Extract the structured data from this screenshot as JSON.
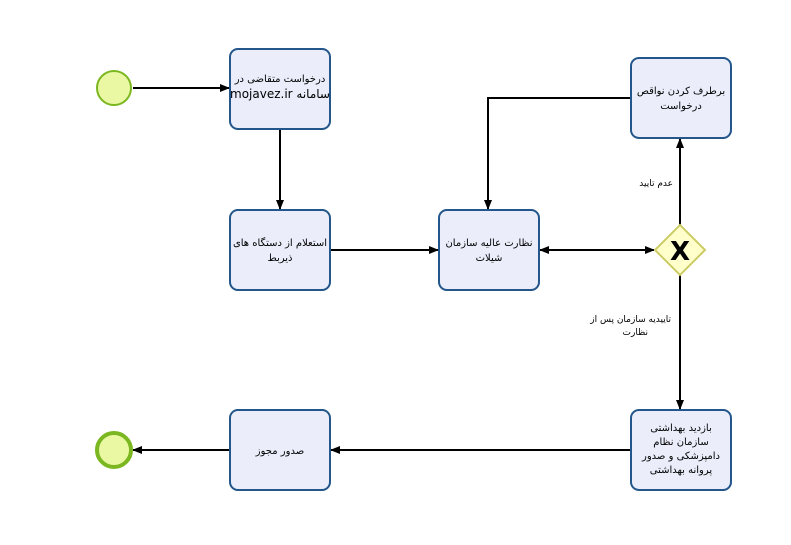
{
  "diagram": {
    "start_event": {
      "label": ""
    },
    "end_event": {
      "label": ""
    },
    "tasks": {
      "request": {
        "line1": "درخواست متقاضی در",
        "line2": "mojavez.ir سامانه"
      },
      "inquiry": {
        "line1": "استعلام از دستگاه های",
        "line2": "ذیربط"
      },
      "supervision": {
        "line1": "نظارت عالیه سازمان",
        "line2": "شیلات"
      },
      "fix_defects": {
        "line1": "برطرف کردن نواقص",
        "line2": "درخواست"
      },
      "health_visit": {
        "line1": "بازدید بهداشتی",
        "line2": "سازمان نظام",
        "line3": "دامپزشکی و صدور",
        "line4": "پروانه بهداشتی"
      },
      "issue_permit": {
        "line1": "صدور مجوز"
      }
    },
    "gateway": {
      "symbol": "X"
    },
    "edge_labels": {
      "reject": "عدم تایید",
      "approve_line1": "تاییدیه سازمان پس از",
      "approve_line2": "نظارت"
    }
  },
  "colors": {
    "task_fill": "#ebeefa",
    "task_stroke": "#23568a",
    "event_fill": "#ebf8a3",
    "event_stroke": "#7ab720",
    "gateway_fill": "#ffffcc",
    "gateway_stroke": "#cccc66"
  }
}
